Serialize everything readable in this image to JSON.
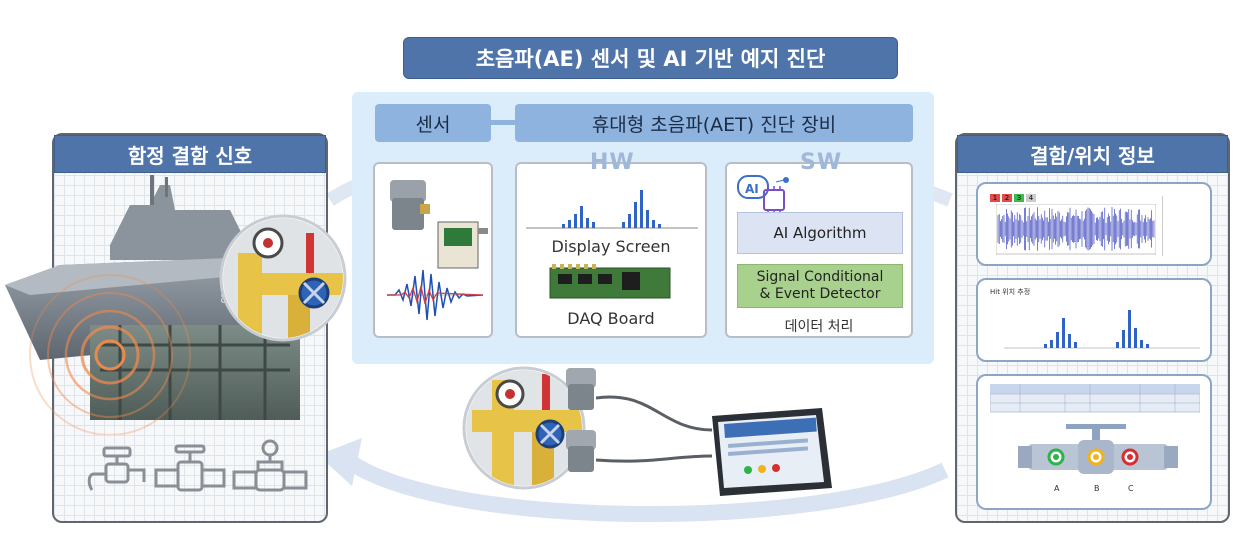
{
  "top_title": "초음파(AE) 센서 및 AI 기반 예지 진단",
  "left_panel": {
    "title": "함정 결함 신호"
  },
  "right_panel": {
    "title": "결함/위치 정보"
  },
  "center": {
    "sensor_label": "센서",
    "device_label": "휴대형 초음파(AET) 진단 장비",
    "hw_label": "HW",
    "sw_label": "SW",
    "display_screen": "Display Screen",
    "daq_board": "DAQ Board",
    "ai_algorithm": "AI Algorithm",
    "signal_line1": "Signal Conditional",
    "signal_line2": "& Event Detector",
    "data_processing": "데이터 처리",
    "ai_chip_text": "AI"
  },
  "right_cards": {
    "wave_tabs": [
      "1",
      "2",
      "3",
      "4"
    ],
    "tab_colors": [
      "#e04b4b",
      "#e04b4b",
      "#3dbb4f",
      "#cccccc"
    ],
    "chart_title": "Hit 위치 추정",
    "valve_labels": [
      "A",
      "B",
      "C"
    ],
    "valve_colors": [
      "#2db34a",
      "#f2b21c",
      "#d62f2f"
    ]
  },
  "colors": {
    "accent": "#4e74a9",
    "label_light": "#8eb3df",
    "ai_box": "#dce4f4",
    "signal_box": "#a9d18e"
  }
}
